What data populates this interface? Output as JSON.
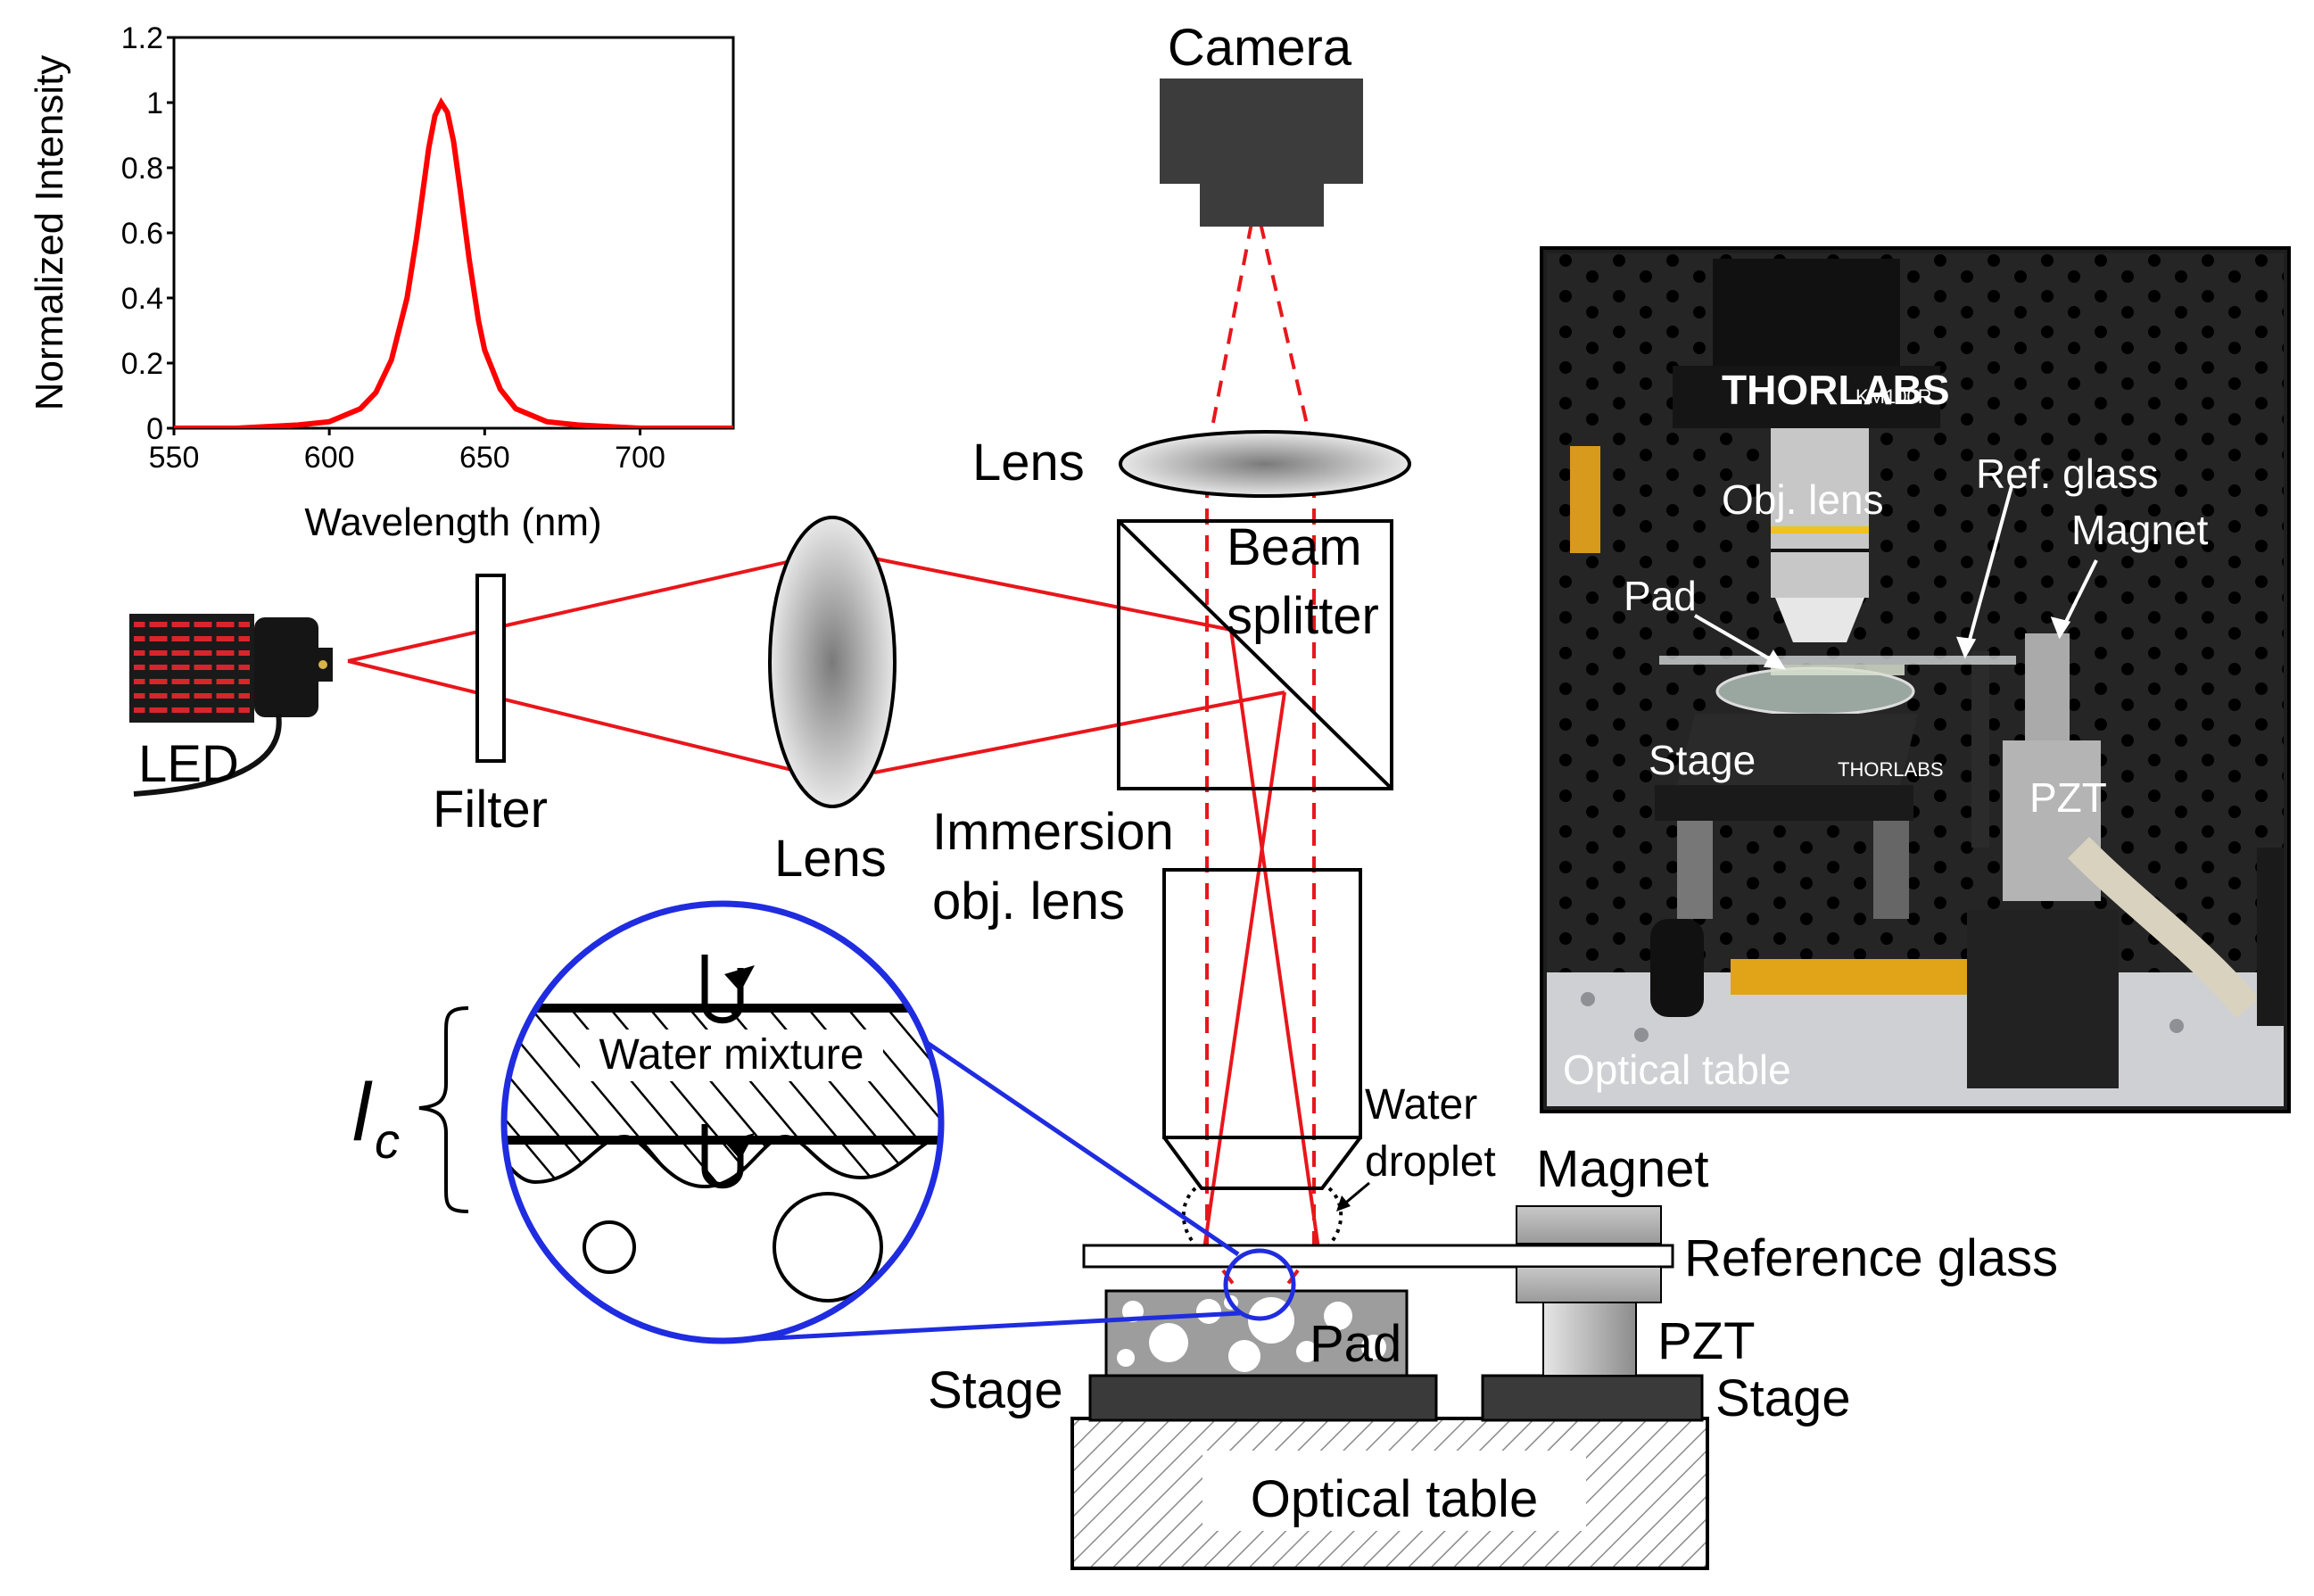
{
  "colors": {
    "beam": "#e8161b",
    "magnifier": "#1f2ce0",
    "spectrum": "#ff0000",
    "dark_component": "#3a3a3a"
  },
  "labels": {
    "camera": "Camera",
    "lens_top": "Lens",
    "beam_splitter_1": "Beam",
    "beam_splitter_2": "splitter",
    "led": "LED",
    "filter": "Filter",
    "lens_left": "Lens",
    "immersion_1": "Immersion",
    "immersion_2": "obj. lens",
    "water_droplet_1": "Water",
    "water_droplet_2": "droplet",
    "magnet": "Magnet",
    "reference_glass": "Reference glass",
    "pzt": "PZT",
    "pad": "Pad",
    "stage_left": "Stage",
    "stage_right": "Stage",
    "optical_table": "Optical table",
    "water_mixture": "Water mixture",
    "lc_main": "l",
    "lc_sub": "c"
  },
  "photo_labels": {
    "obj_lens": "Obj. lens",
    "ref_glass": "Ref. glass",
    "magnet": "Magnet",
    "pad": "Pad",
    "stage": "Stage",
    "pzt": "PZT",
    "optical_table": "Optical table",
    "brand": "THORLABS",
    "model": "KM100R"
  },
  "chart_data": {
    "type": "line",
    "title": "",
    "xlabel": "Wavelength (nm)",
    "ylabel": "Normalized Intensity",
    "xlim": [
      550,
      730
    ],
    "ylim": [
      0,
      1.2
    ],
    "x_ticks": [
      "550",
      "600",
      "650",
      "700"
    ],
    "y_ticks": [
      "0",
      "0.2",
      "0.4",
      "0.6",
      "0.8",
      "1",
      "1.2"
    ],
    "grid": false,
    "series": [
      {
        "x": [
          550,
          570,
          590,
          600,
          610,
          615,
          620,
          625,
          628,
          630,
          632,
          634,
          636,
          638,
          640,
          642,
          645,
          648,
          650,
          655,
          660,
          670,
          680,
          700,
          730
        ],
        "y": [
          0.0,
          0.0,
          0.01,
          0.02,
          0.06,
          0.11,
          0.21,
          0.4,
          0.58,
          0.72,
          0.86,
          0.96,
          1.0,
          0.97,
          0.88,
          0.74,
          0.52,
          0.33,
          0.24,
          0.12,
          0.06,
          0.02,
          0.01,
          0.0,
          0.0
        ]
      }
    ]
  }
}
